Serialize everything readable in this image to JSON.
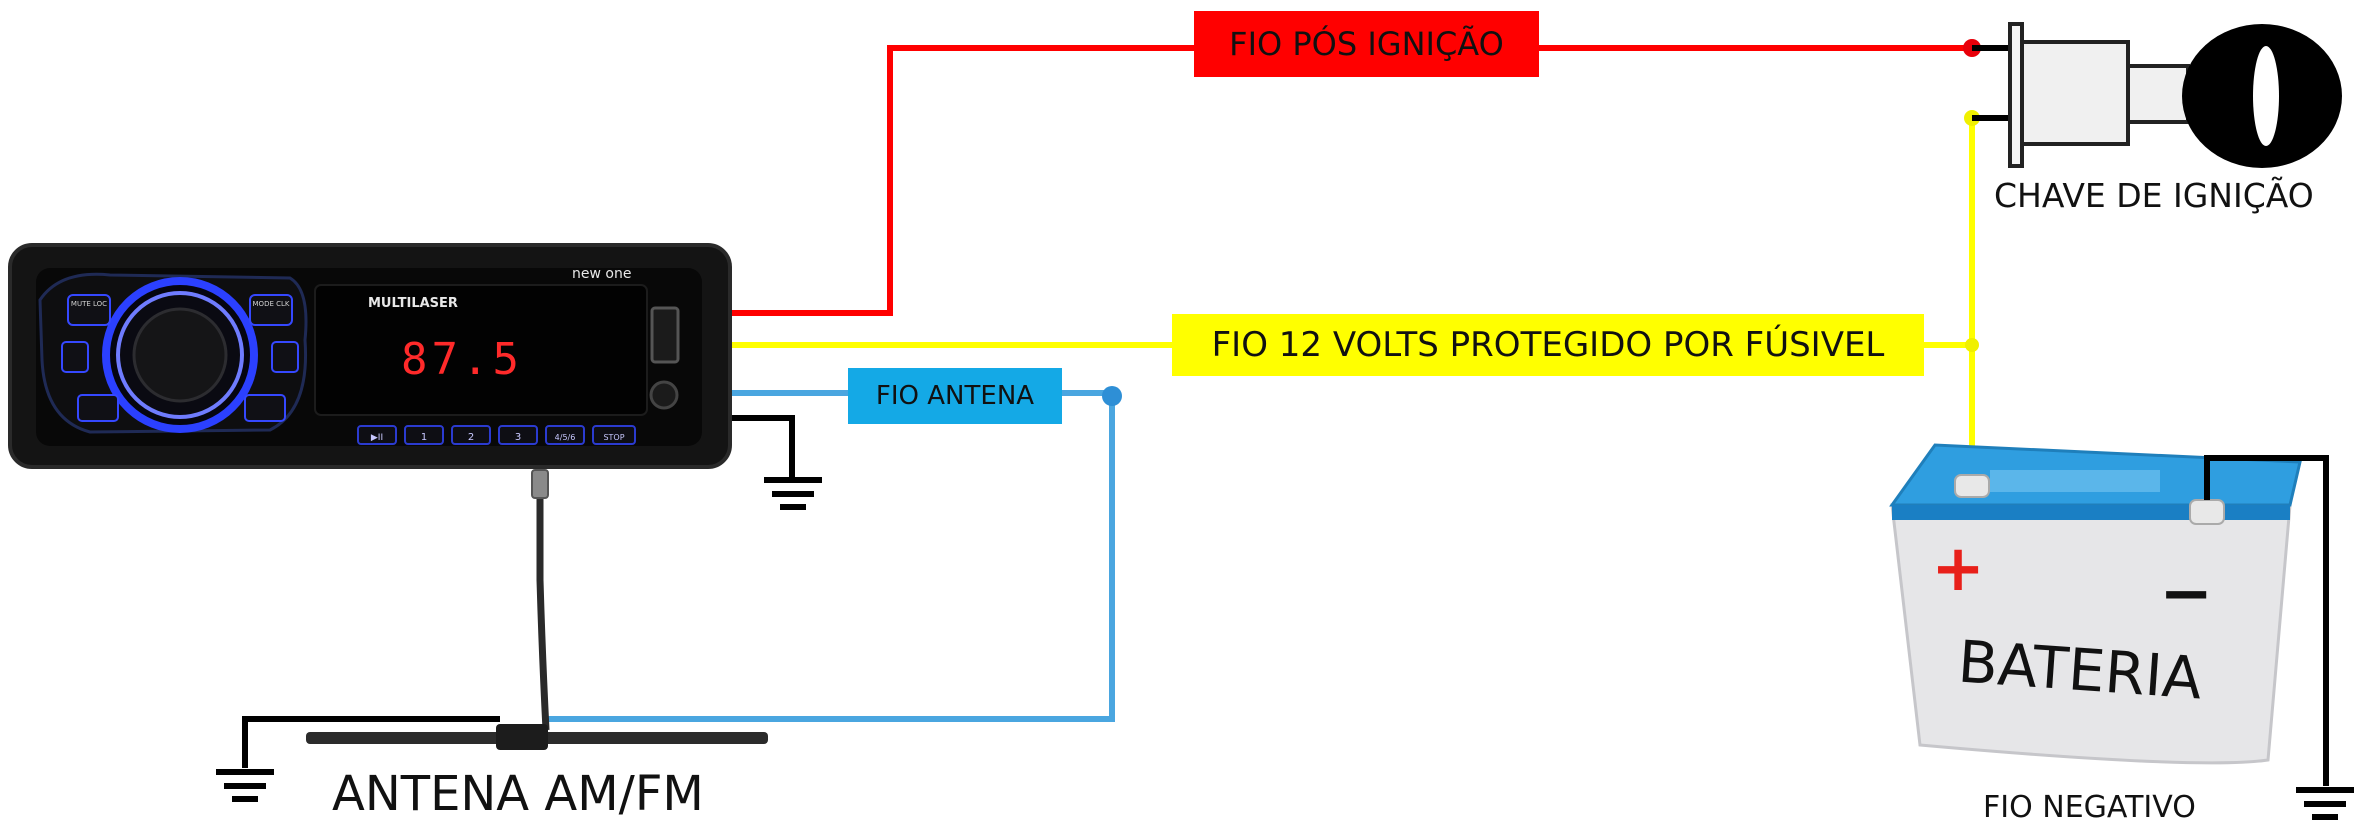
{
  "diagram": {
    "labels": {
      "fio_pos_ignicao": "FIO PÓS IGNIÇÃO",
      "chave_de_ignicao": "CHAVE DE IGNIÇÃO",
      "fio_12_volts": "FIO 12 VOLTS PROTEGIDO POR FÚSIVEL",
      "fio_antena": "FIO ANTENA",
      "bateria": "BATERIA",
      "fio_negativo": "FIO NEGATIVO",
      "antena_am_fm": "ANTENA AM/FM"
    },
    "radio": {
      "brand": "MULTILASER",
      "model": "new one",
      "frequency": "87.5",
      "buttons": [
        "▶II",
        "1",
        "2",
        "3",
        "4/5/6",
        "STOP"
      ],
      "side_labels": [
        "MUTE LOC",
        "MODE CLK"
      ]
    },
    "battery": {
      "plus": "+",
      "minus": "−"
    },
    "colors": {
      "red_wire": "#ff0000",
      "yellow_wire": "#ffff00",
      "blue_wire": "#4aa6e0",
      "antenna_label_bg": "#14a9e6",
      "ground": "#000000"
    }
  }
}
